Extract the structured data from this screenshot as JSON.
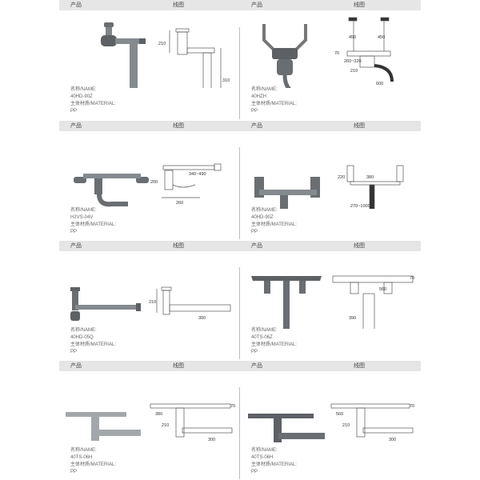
{
  "labels": {
    "product": "产品",
    "drawing": "线图",
    "name": "名称/NAME:",
    "material": "主体材质/MATERIAL:"
  },
  "items": [
    {
      "model": "40HD-90Z",
      "material": "PP",
      "dims": [
        "210",
        "310"
      ]
    },
    {
      "model": "40HZH",
      "material": "PP",
      "dims": [
        "450",
        "450",
        "70",
        "260~320",
        "210",
        "600"
      ]
    },
    {
      "model": "H2VS-04V",
      "material": "PP",
      "dims": [
        "340~490",
        "200",
        "260"
      ]
    },
    {
      "model": "40HD-90Z",
      "material": "PP",
      "dims": [
        "220",
        "380",
        "270~1000"
      ]
    },
    {
      "model": "40HD-05Q",
      "material": "PP",
      "dims": [
        "210",
        "300"
      ]
    },
    {
      "model": "40TS-06Z",
      "material": "PP",
      "dims": [
        "70",
        "560",
        "390"
      ]
    },
    {
      "model": "40TS-06H",
      "material": "PP",
      "dims": [
        "70",
        "380",
        "210",
        "300"
      ]
    },
    {
      "model": "40TS-06H",
      "material": "PP",
      "dims": [
        "70",
        "560",
        "210",
        "300"
      ]
    }
  ]
}
